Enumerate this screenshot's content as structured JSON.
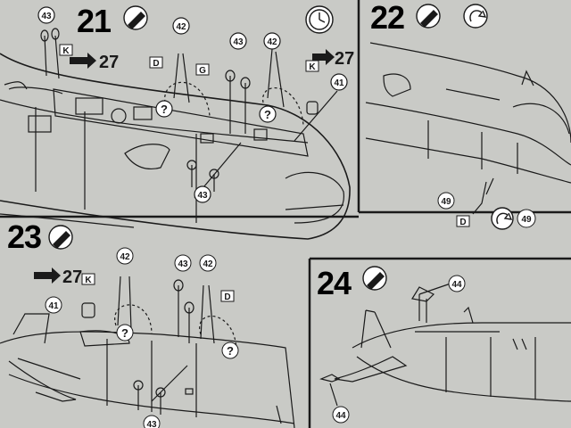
{
  "steps": {
    "s21": {
      "num": "21",
      "arrow_to": "27",
      "arrow_to2": "27",
      "flag_a": "K",
      "flag_b": "D",
      "flag_c": "G",
      "flag_d": "K",
      "parts": [
        "43",
        "42",
        "43",
        "42",
        "41",
        "43"
      ]
    },
    "s22": {
      "num": "22",
      "part": "49",
      "flag": "D",
      "ref": "49"
    },
    "s23": {
      "num": "23",
      "arrow_to": "27",
      "flag_a": "K",
      "flag_b": "D",
      "parts": [
        "41",
        "42",
        "43",
        "42",
        "43"
      ]
    },
    "s24": {
      "num": "24",
      "parts": [
        "44",
        "44"
      ]
    }
  },
  "symbols": {
    "glue": "glue-tube-icon",
    "clock": "clock-icon",
    "rotate": "rotate-icon",
    "question": "?"
  },
  "colors": {
    "paper": "#c9cac6",
    "ink": "#1a1a1a"
  }
}
